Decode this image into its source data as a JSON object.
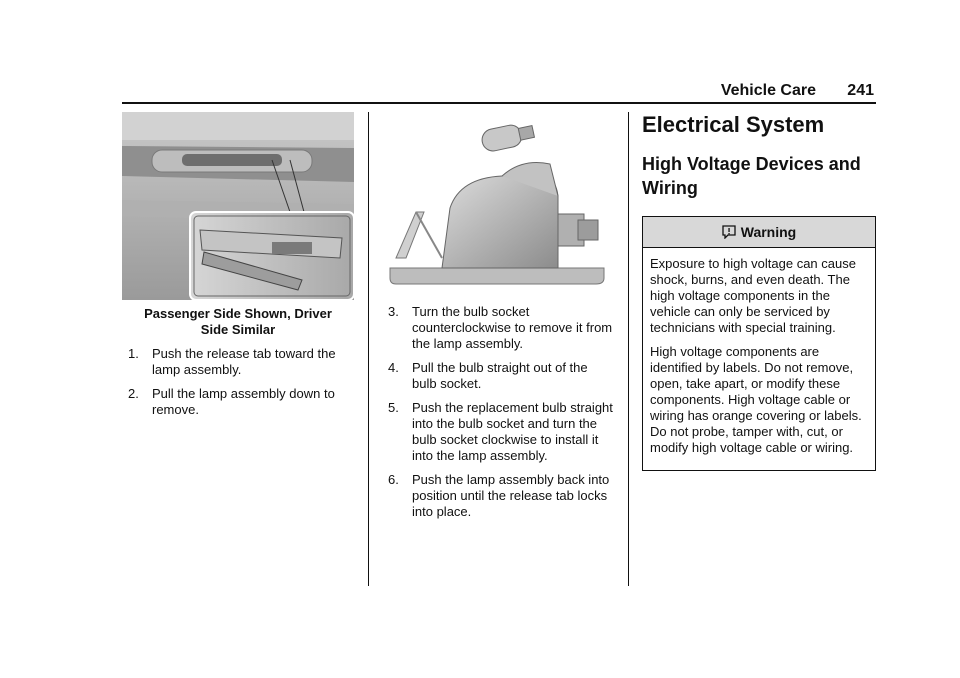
{
  "header": {
    "section": "Vehicle Care",
    "page_number": "241"
  },
  "col1": {
    "caption": "Passenger Side Shown, Driver Side Similar",
    "steps": [
      {
        "num": "1.",
        "text": "Push the release tab toward the lamp assembly."
      },
      {
        "num": "2.",
        "text": "Pull the lamp assembly down to remove."
      }
    ]
  },
  "col2": {
    "steps": [
      {
        "num": "3.",
        "text": "Turn the bulb socket counterclockwise to remove it from the lamp assembly."
      },
      {
        "num": "4.",
        "text": "Pull the bulb straight out of the bulb socket."
      },
      {
        "num": "5.",
        "text": "Push the replacement bulb straight into the bulb socket and turn the bulb socket clockwise to install it into the lamp assembly."
      },
      {
        "num": "6.",
        "text": "Push the lamp assembly back into position until the release tab locks into place."
      }
    ]
  },
  "col3": {
    "heading": "Electrical System",
    "subheading": "High Voltage Devices and Wiring",
    "warning": {
      "title": "Warning",
      "paragraphs": [
        "Exposure to high voltage can cause shock, burns, and even death. The high voltage components in the vehicle can only be serviced by technicians with special training.",
        "High voltage components are identified by labels. Do not remove, open, take apart, or modify these components. High voltage cable or wiring has orange covering or labels. Do not probe, tamper with, cut, or modify high voltage cable or wiring."
      ]
    }
  }
}
